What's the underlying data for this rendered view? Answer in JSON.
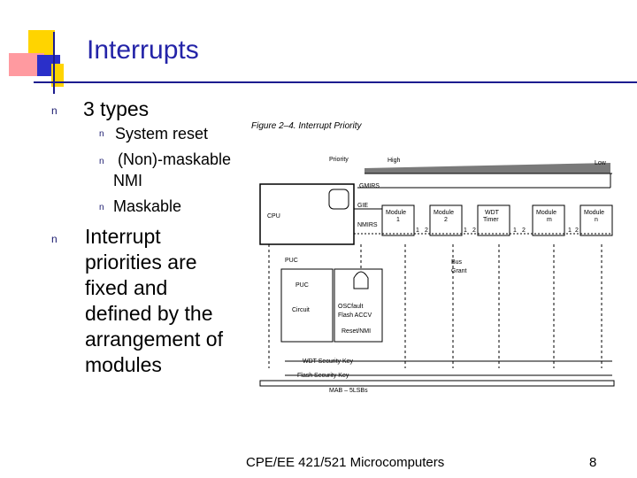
{
  "slide": {
    "title": "Interrupts",
    "bullets": [
      {
        "text": "3 types",
        "sub": [
          "System reset",
          " (Non)-maskable",
          "NMI",
          "Maskable"
        ]
      },
      {
        "lines": [
          "Interrupt",
          "priorities are",
          "fixed and",
          "defined by the",
          "arrangement of",
          "modules"
        ]
      }
    ],
    "bullet_marker": "n"
  },
  "figure": {
    "caption": "Figure 2–4. Interrupt Priority",
    "priority_label": "Priority",
    "high_label": "High",
    "low_label": "Low",
    "gmirs": "GMIRS",
    "gie": "GIE",
    "nmirs": "NMIRS",
    "cpu": "CPU",
    "modules": [
      {
        "l1": "Module",
        "l2": "1"
      },
      {
        "l1": "Module",
        "l2": "2"
      },
      {
        "l1": "WDT",
        "l2": "Timer"
      },
      {
        "l1": "Module",
        "l2": "m"
      },
      {
        "l1": "Module",
        "l2": "n"
      }
    ],
    "pin1": "1",
    "pin2": "2",
    "puc_label": "PUC",
    "puc_box": "PUC",
    "circuit": "Circuit",
    "bus_grant": "Bus",
    "grant": "Grant",
    "oscfault": "OSCfault",
    "flash_accv": "Flash ACCV",
    "reset_nmi": "Reset/NMI",
    "wdt_security": "WDT Security Key",
    "flash_security": "Flash Security Key",
    "mab": "MAB – 5LSBs"
  },
  "footer": {
    "course": "CPE/EE 421/521 Microcomputers",
    "page": "8"
  }
}
